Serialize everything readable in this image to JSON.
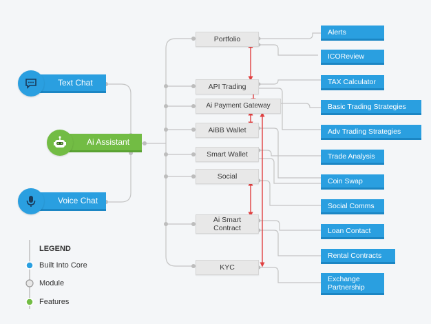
{
  "core": {
    "text_chat": "Text Chat",
    "ai_assistant": "Ai Assistant",
    "voice_chat": "Voice Chat"
  },
  "modules": {
    "portfolio": "Portfolio",
    "api_trading": "API Trading",
    "ai_payment_gateway": "Ai Payment Gateway",
    "aibb_wallet": "AiBB Wallet",
    "smart_wallet": "Smart Wallet",
    "social": "Social",
    "ai_smart_contract_line1": "Ai Smart",
    "ai_smart_contract_line2": "Contract",
    "kyc": "KYC"
  },
  "features": {
    "alerts": "Alerts",
    "icoreview": "ICOReview",
    "tax_calculator": "TAX Calculator",
    "basic_trading": "Basic Trading Strategies",
    "adv_trading": "Adv Trading Strategies",
    "trade_analysis": "Trade Analysis",
    "coin_swap": "Coin Swap",
    "social_comms": "Social Comms",
    "loan_contact": "Loan Contact",
    "rental_contracts": "Rental Contracts",
    "exchange_line1": "Exchange",
    "exchange_line2": "Partnership"
  },
  "legend": {
    "title": "LEGEND",
    "core": "Built Into Core",
    "module": "Module",
    "features": "Features"
  },
  "colors": {
    "core_blue": "#2a9fe0",
    "core_green": "#72bc44",
    "module_gray": "#e8e8e8",
    "connector": "#c2c2c2",
    "link_red": "#e04040"
  },
  "icons": {
    "text_chat": "chat-bubble-icon",
    "ai_assistant": "robot-icon",
    "voice_chat": "microphone-icon"
  }
}
